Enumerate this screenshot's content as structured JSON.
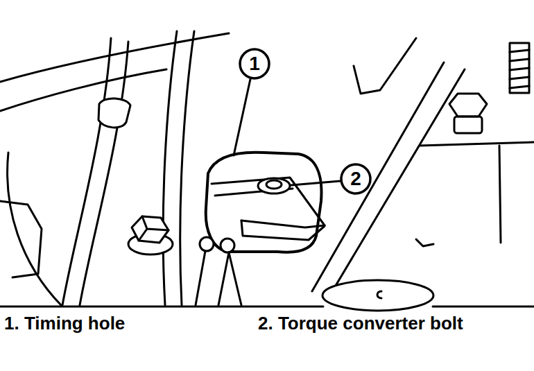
{
  "diagram": {
    "labels": [
      "1",
      "2",
      "1. Timing hole",
      "2. Torque converter bolt"
    ]
  }
}
